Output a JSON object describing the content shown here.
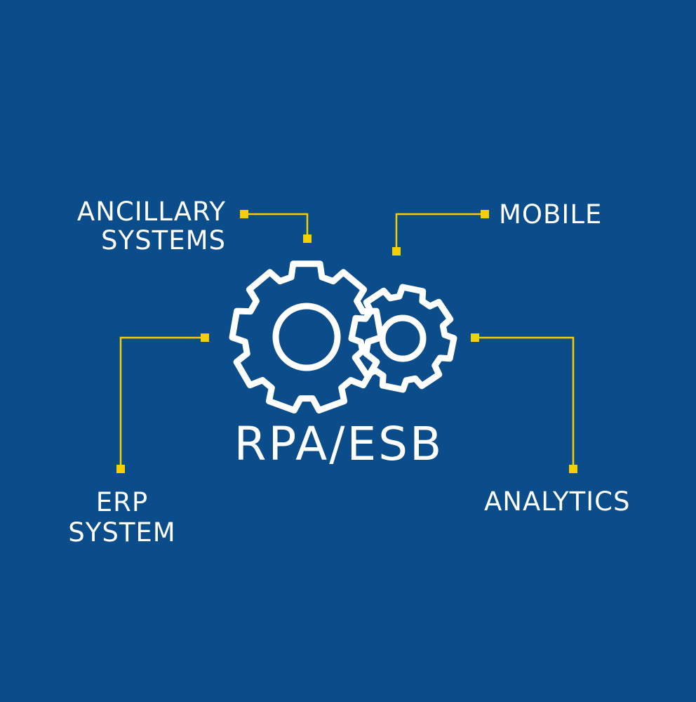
{
  "colors": {
    "background": "#0b4c8a",
    "connector": "#f5d000",
    "foreground": "#ffffff"
  },
  "center": {
    "title": "RPA/ESB",
    "icon": "gears-icon"
  },
  "nodes": {
    "ancillary": {
      "line1": "ANCILLARY",
      "line2": "SYSTEMS"
    },
    "mobile": {
      "line1": "MOBILE"
    },
    "erp": {
      "line1": "ERP",
      "line2": "SYSTEM"
    },
    "analytics": {
      "line1": "ANALYTICS"
    }
  }
}
